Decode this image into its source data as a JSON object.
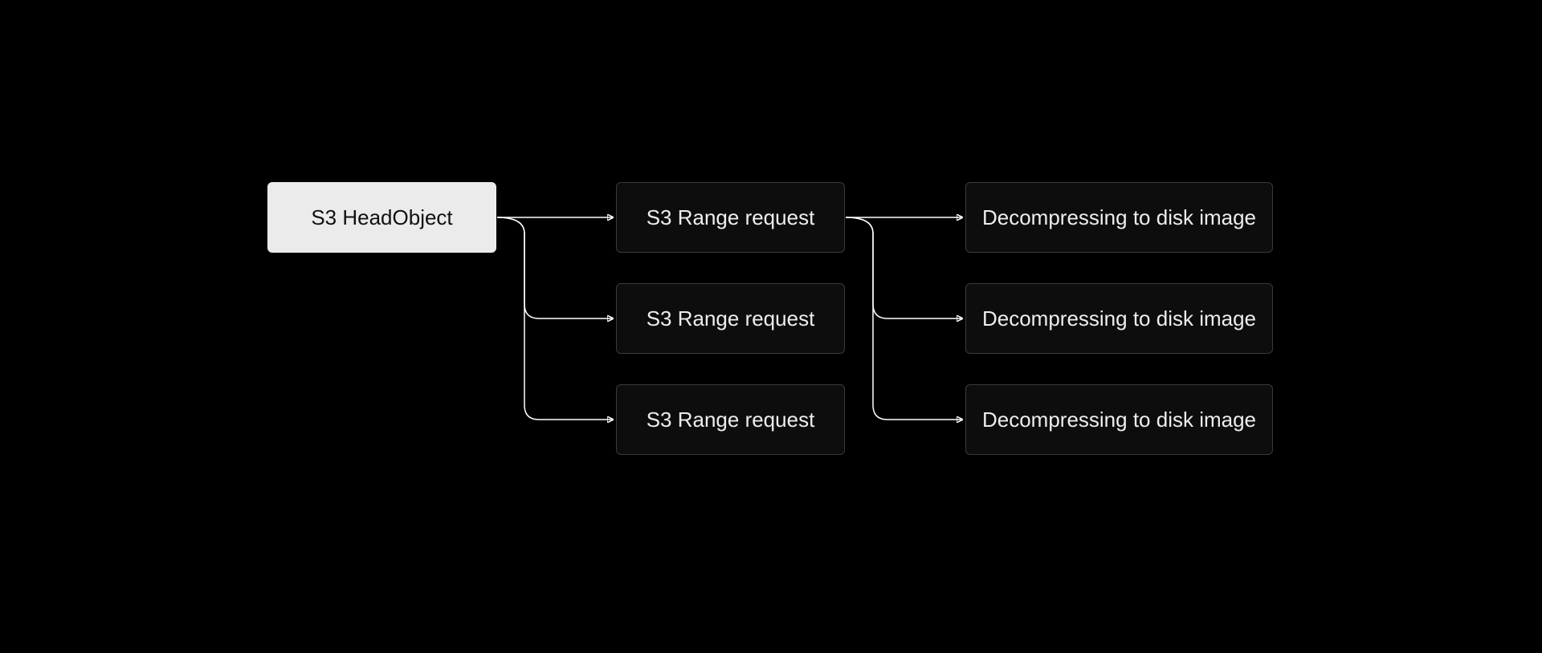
{
  "diagram": {
    "source": {
      "label": "S3 HeadObject"
    },
    "range_requests": [
      {
        "label": "S3 Range request"
      },
      {
        "label": "S3 Range request"
      },
      {
        "label": "S3 Range request"
      }
    ],
    "decompress_steps": [
      {
        "label": "Decompressing to disk image"
      },
      {
        "label": "Decompressing to disk image"
      },
      {
        "label": "Decompressing to disk image"
      }
    ]
  },
  "colors": {
    "background": "#000000",
    "source_fill": "#ebebeb",
    "node_fill": "#0d0d0d",
    "node_border": "#3a3a3a",
    "connector": "#ffffff"
  }
}
